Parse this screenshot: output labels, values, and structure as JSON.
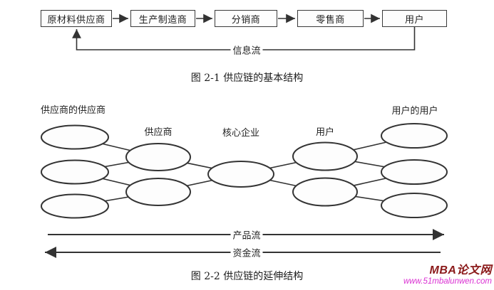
{
  "figure1": {
    "caption": "图 2-1 供应链的基本结构",
    "nodes": [
      "原材料供应商",
      "生产制造商",
      "分销商",
      "零售商",
      "用户"
    ],
    "feedback_label": "信息流"
  },
  "figure2": {
    "caption": "图 2-2 供应链的延伸结构",
    "tier_labels": {
      "suppliers_supplier": "供应商的供应商",
      "supplier": "供应商",
      "core_enterprise": "核心企业",
      "user": "用户",
      "users_user": "用户的用户"
    },
    "flows": {
      "product": "产品流",
      "capital": "资金流"
    }
  },
  "watermark": {
    "site_name": "MBA论文网",
    "site_url": "www.51mbalunwen.com"
  },
  "colors": {
    "stroke": "#333333",
    "watermark_name": "#8b1a1a",
    "watermark_url": "#da2fd2"
  }
}
